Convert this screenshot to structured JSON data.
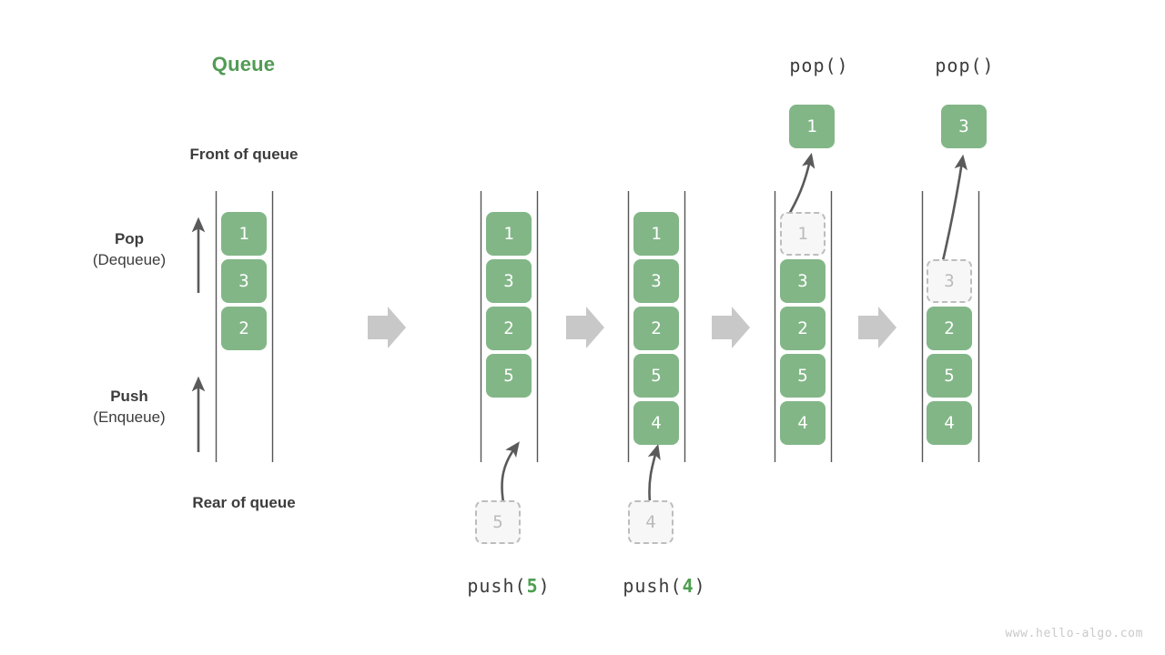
{
  "title": "Queue",
  "accent_color": "#529b54",
  "box_color": "#82b687",
  "ghost_color": "#bdbdbd",
  "arrow_color": "#c8c8c8",
  "labels": {
    "front_of_queue": "Front of queue",
    "rear_of_queue": "Rear of queue",
    "pop_line1": "Pop",
    "pop_line2": "(Dequeue)",
    "push_line1": "Push",
    "push_line2": "(Enqueue)"
  },
  "operations": {
    "push5_prefix": "push(",
    "push5_arg": "5",
    "push5_suffix": ")",
    "push4_prefix": "push(",
    "push4_arg": "4",
    "push4_suffix": ")",
    "pop1_label": "pop()",
    "pop2_label": "pop()"
  },
  "columns": [
    {
      "name": "initial-queue",
      "items": [
        "1",
        "3",
        "2"
      ]
    },
    {
      "name": "after-push-5",
      "items": [
        "1",
        "3",
        "2",
        "5"
      ],
      "incoming": "5"
    },
    {
      "name": "after-push-4",
      "items": [
        "1",
        "3",
        "2",
        "5",
        "4"
      ],
      "incoming": "4"
    },
    {
      "name": "after-pop-1",
      "items": [
        "1",
        "3",
        "2",
        "5",
        "4"
      ],
      "removed": "1",
      "popped_out": "1"
    },
    {
      "name": "after-pop-3",
      "items": [
        "3",
        "2",
        "5",
        "4"
      ],
      "removed": "3",
      "popped_out": "3"
    }
  ],
  "watermark": "www.hello-algo.com"
}
